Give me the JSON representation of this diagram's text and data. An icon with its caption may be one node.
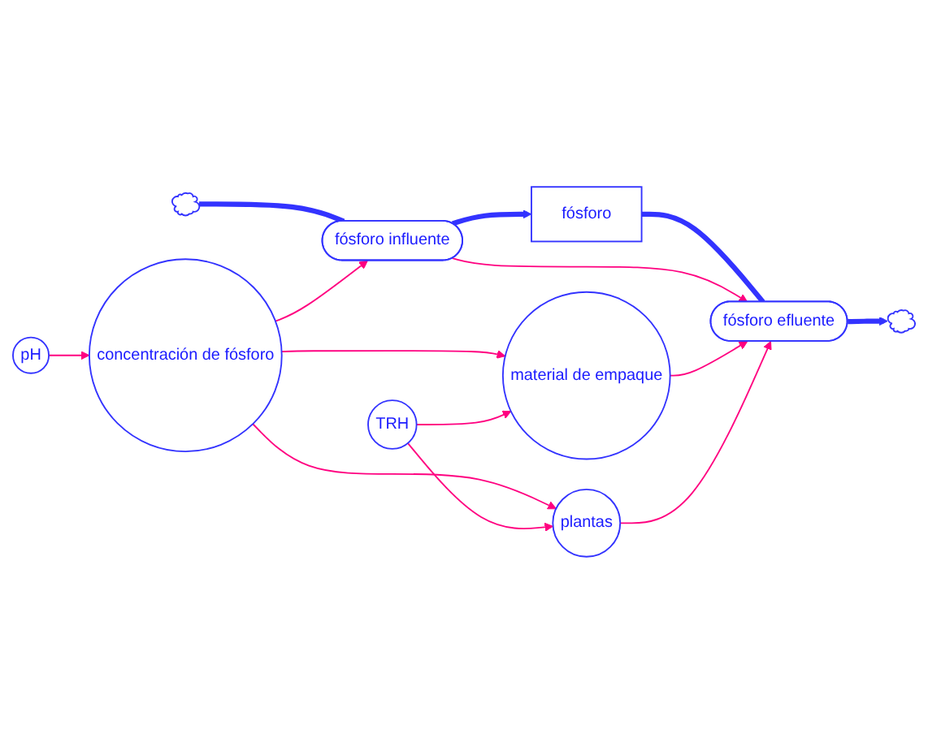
{
  "diagram": {
    "nodes": [
      {
        "text": [
          "TRH"
        ]
      },
      {
        "text": [
          "pH"
        ]
      },
      {
        "text": [
          "material de empaque"
        ]
      },
      {
        "text": [
          "plantas"
        ]
      },
      {
        "text": [
          "fósforo"
        ]
      },
      {
        "text": [],
        "shape": "cloud"
      },
      {
        "text": [
          "fósforo influente"
        ]
      },
      {
        "text": [
          "fósforo efluente"
        ]
      },
      {
        "text": [],
        "shape": "cloud"
      },
      {
        "text": [
          "concentración de fósforo"
        ]
      }
    ],
    "edges": [
      {
        "from": 5,
        "to": 6,
        "arrow": "none",
        "style": "thick",
        "color": "#3333ff"
      },
      {
        "from": 6,
        "to": 4,
        "arrow": "to",
        "style": "thick",
        "color": "#3333ff"
      },
      {
        "from": 4,
        "to": 7,
        "arrow": "none",
        "style": "thick",
        "color": "#3333ff"
      },
      {
        "from": 7,
        "to": 8,
        "arrow": "to",
        "style": "thick",
        "color": "#3333ff"
      },
      {
        "from": 1,
        "to": 9,
        "arrow": "to"
      },
      {
        "from": 9,
        "to": 6,
        "arrow": "to"
      },
      {
        "from": 9,
        "to": 2,
        "arrow": "to"
      },
      {
        "from": 9,
        "to": 3,
        "arrow": "to"
      },
      {
        "from": 0,
        "to": 2,
        "arrow": "to"
      },
      {
        "from": 0,
        "to": 3,
        "arrow": "to"
      },
      {
        "from": 6,
        "to": 7,
        "arrow": "to"
      },
      {
        "from": 2,
        "to": 7,
        "arrow": "to"
      },
      {
        "from": 3,
        "to": 7,
        "arrow": "to"
      }
    ]
  }
}
